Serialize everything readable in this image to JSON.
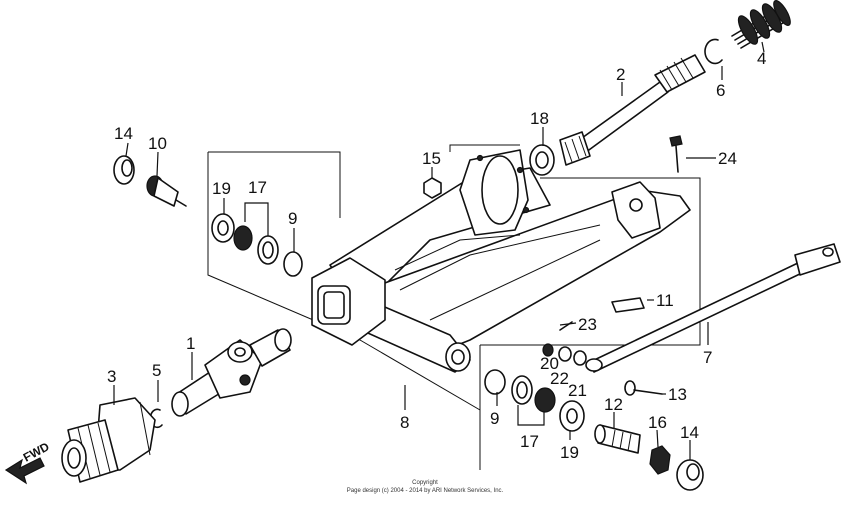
{
  "callouts": [
    {
      "id": "c1",
      "text": "1"
    },
    {
      "id": "c2",
      "text": "2"
    },
    {
      "id": "c3",
      "text": "3"
    },
    {
      "id": "c4",
      "text": "4"
    },
    {
      "id": "c5",
      "text": "5"
    },
    {
      "id": "c6",
      "text": "6"
    },
    {
      "id": "c7",
      "text": "7"
    },
    {
      "id": "c8",
      "text": "8"
    },
    {
      "id": "c9a",
      "text": "9"
    },
    {
      "id": "c9b",
      "text": "9"
    },
    {
      "id": "c10",
      "text": "10"
    },
    {
      "id": "c11",
      "text": "11"
    },
    {
      "id": "c12",
      "text": "12"
    },
    {
      "id": "c13",
      "text": "13"
    },
    {
      "id": "c14a",
      "text": "14"
    },
    {
      "id": "c14b",
      "text": "14"
    },
    {
      "id": "c15",
      "text": "15"
    },
    {
      "id": "c16",
      "text": "16"
    },
    {
      "id": "c17a",
      "text": "17"
    },
    {
      "id": "c17b",
      "text": "17"
    },
    {
      "id": "c18",
      "text": "18"
    },
    {
      "id": "c19a",
      "text": "19"
    },
    {
      "id": "c19b",
      "text": "19"
    },
    {
      "id": "c20",
      "text": "20"
    },
    {
      "id": "c21",
      "text": "21"
    },
    {
      "id": "c22",
      "text": "22"
    },
    {
      "id": "c23",
      "text": "23"
    },
    {
      "id": "c24",
      "text": "24"
    }
  ],
  "fwd_label": "FWD",
  "copyright": {
    "line1": "Copyright",
    "line2": "Page design (c) 2004 - 2014 by ARI Network Services, Inc."
  },
  "colors": {
    "ink": "#111111",
    "background": "#ffffff"
  }
}
